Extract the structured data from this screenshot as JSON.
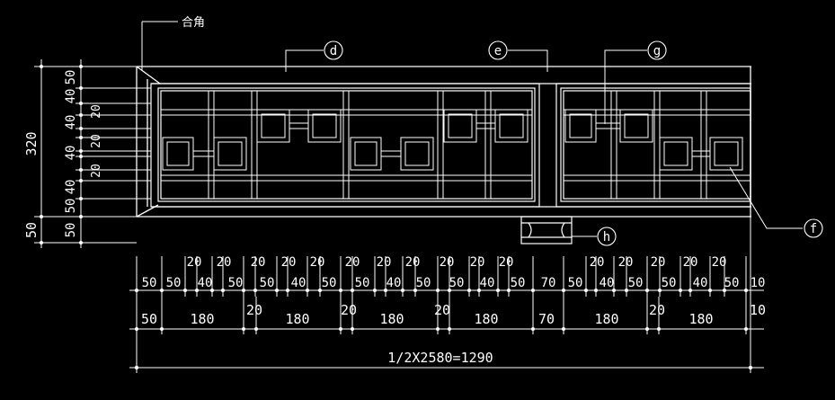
{
  "drawing": {
    "corner_note": "合角",
    "callouts": [
      "d",
      "e",
      "g",
      "f",
      "h"
    ],
    "left_dims": {
      "overall": "320",
      "bottom": "50",
      "inner": [
        "50",
        "40",
        "20",
        "40",
        "20",
        "40",
        "20",
        "40",
        "50",
        "50"
      ]
    },
    "top_row_labels": [
      "50",
      "50",
      "20",
      "40",
      "20",
      "50",
      "20",
      "50",
      "20",
      "40",
      "20",
      "50",
      "20",
      "50",
      "20",
      "40",
      "20",
      "50",
      "20",
      "50",
      "20",
      "40",
      "20",
      "50",
      "70",
      "50",
      "20",
      "40",
      "20",
      "50",
      "20",
      "50",
      "20",
      "40",
      "20",
      "50",
      "10"
    ],
    "second_row_labels": [
      "50",
      "180",
      "20",
      "180",
      "20",
      "180",
      "20",
      "180",
      "70",
      "180",
      "20",
      "180",
      "10"
    ],
    "total_label": "1/2X2580=1290"
  },
  "colors": {
    "background": "#000000",
    "line": "#ffffff"
  }
}
